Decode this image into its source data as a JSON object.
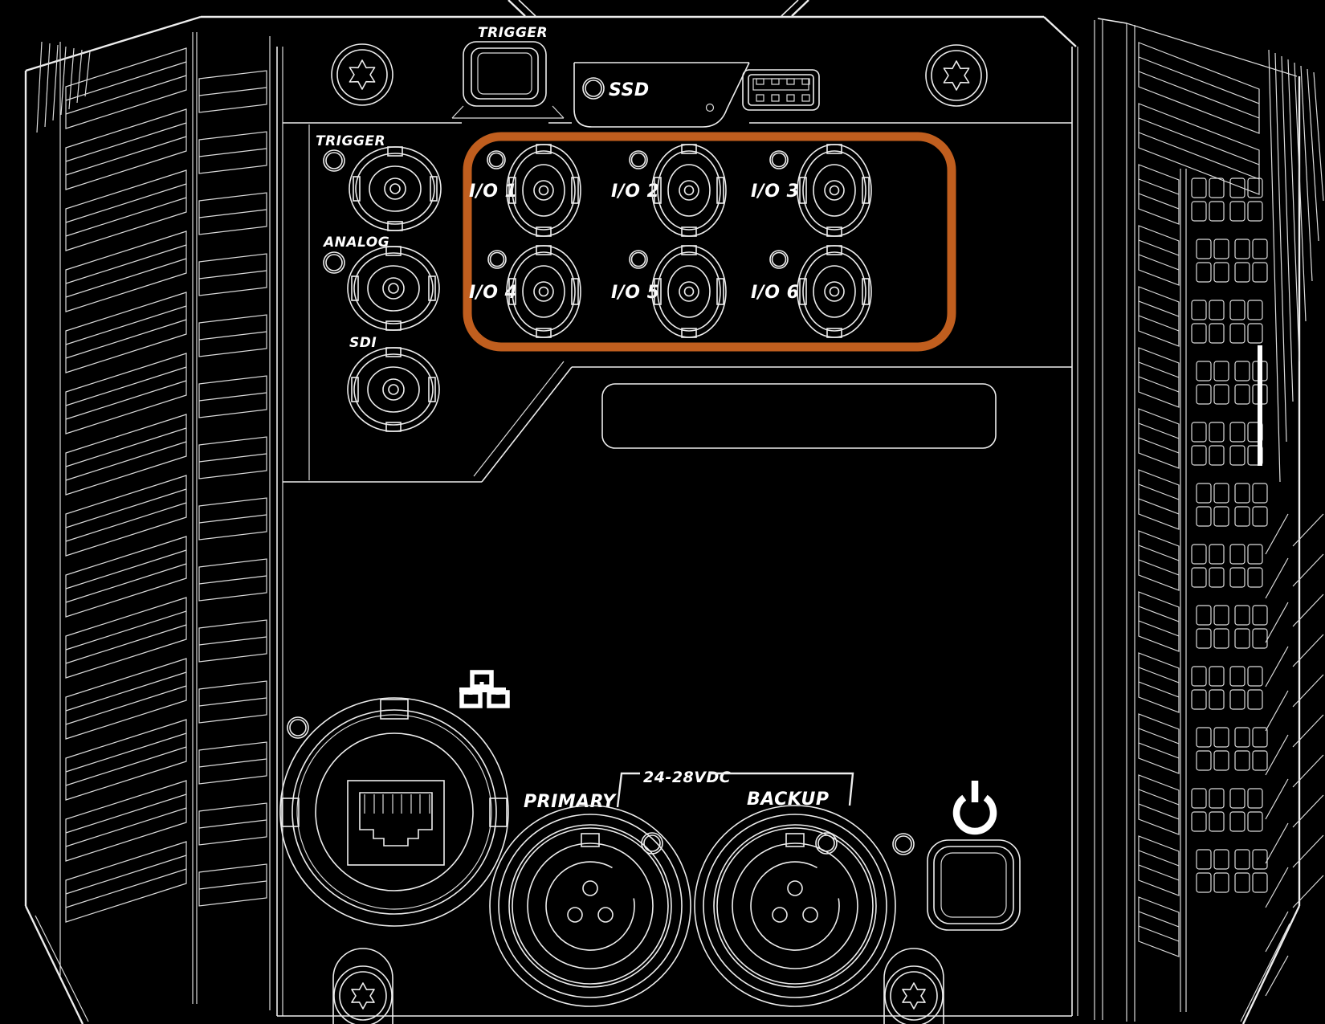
{
  "title": "High-speed camera back panel line diagram",
  "colors": {
    "background": "#000000",
    "line": "#ededed",
    "highlight_orange": "#c05e1e",
    "text": "#ffffff"
  },
  "top_section": {
    "trigger_button_label": "TRIGGER",
    "ssd_label": "SSD"
  },
  "left_ports": {
    "trigger_label": "TRIGGER",
    "analog_label": "ANALOG",
    "sdi_label": "SDI"
  },
  "io_section": {
    "port_labels": [
      "I/O 1",
      "I/O 2",
      "I/O 3",
      "I/O 4",
      "I/O 5",
      "I/O 6"
    ]
  },
  "power_section": {
    "primary_label": "PRIMARY",
    "voltage_label": "24-28VDC",
    "backup_label": "BACKUP"
  },
  "icons": {
    "network": "lan-icon",
    "power": "power-icon",
    "usb": "usb-a-port-icon",
    "screw": "torx-screw-icon"
  }
}
